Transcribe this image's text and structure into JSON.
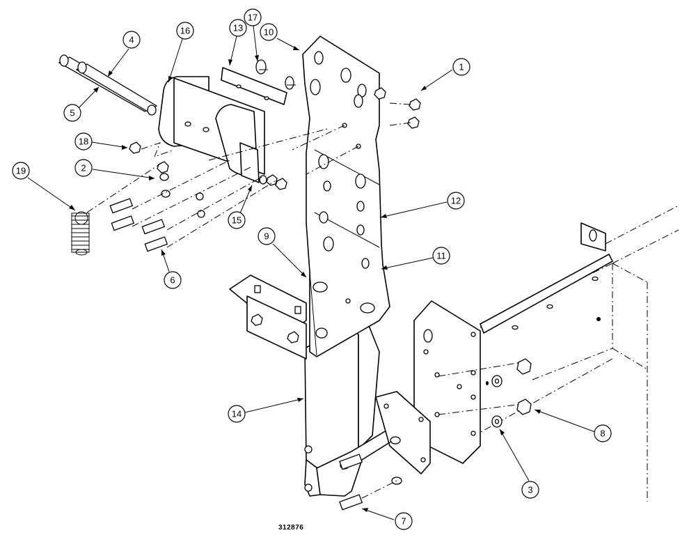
{
  "drawing_number": "312876",
  "callouts": [
    {
      "id": "c1",
      "label": "1"
    },
    {
      "id": "c2",
      "label": "2"
    },
    {
      "id": "c3",
      "label": "3"
    },
    {
      "id": "c4",
      "label": "4"
    },
    {
      "id": "c5",
      "label": "5"
    },
    {
      "id": "c6",
      "label": "6"
    },
    {
      "id": "c7",
      "label": "7"
    },
    {
      "id": "c8",
      "label": "8"
    },
    {
      "id": "c9",
      "label": "9"
    },
    {
      "id": "c10",
      "label": "10"
    },
    {
      "id": "c11",
      "label": "11"
    },
    {
      "id": "c12",
      "label": "12"
    },
    {
      "id": "c13",
      "label": "13"
    },
    {
      "id": "c14",
      "label": "14"
    },
    {
      "id": "c15",
      "label": "15"
    },
    {
      "id": "c16",
      "label": "16"
    },
    {
      "id": "c17",
      "label": "17"
    },
    {
      "id": "c18",
      "label": "18"
    },
    {
      "id": "c19",
      "label": "19"
    }
  ]
}
